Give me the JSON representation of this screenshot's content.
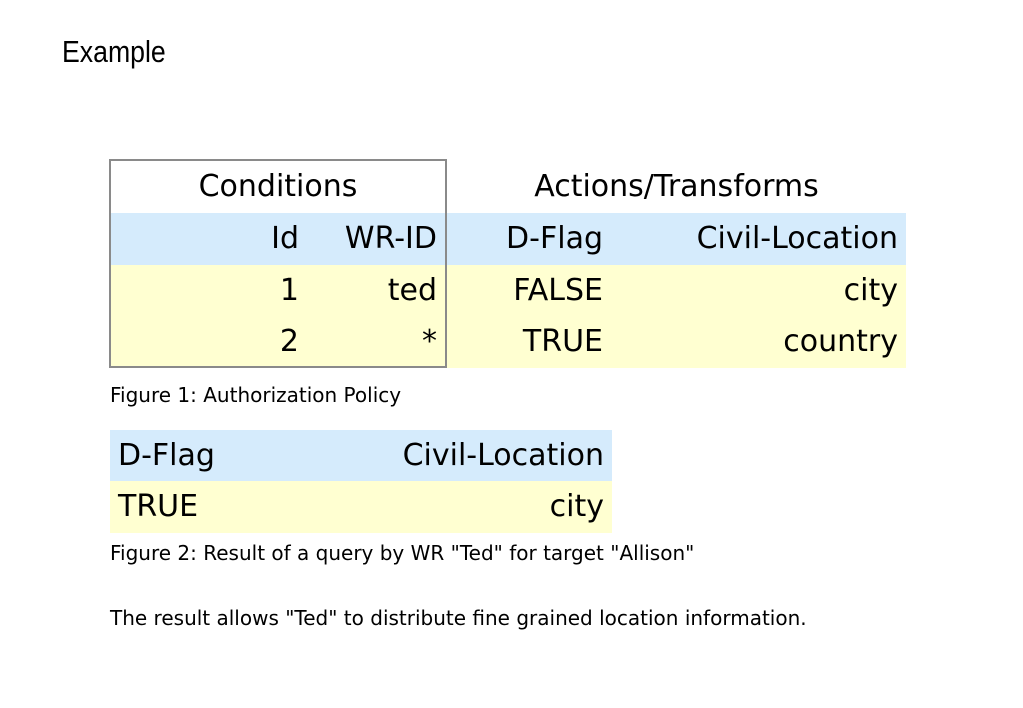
{
  "slide": {
    "title": "Example"
  },
  "policy_table": {
    "conditions_header": "Conditions",
    "actions_header": "Actions/Transforms",
    "columns": [
      "Id",
      "WR-ID",
      "D-Flag",
      "Civil-Location"
    ],
    "rows": [
      [
        "1",
        "ted",
        "FALSE",
        "city"
      ],
      [
        "2",
        "*",
        "TRUE",
        "country"
      ]
    ],
    "caption": "Figure 1: Authorization Policy"
  },
  "result_table": {
    "columns": [
      "D-Flag",
      "Civil-Location"
    ],
    "rows": [
      [
        "TRUE",
        "city"
      ]
    ],
    "caption": "Figure 2: Result of a query by WR \"Ted\" for target \"Allison\""
  },
  "conclusion": "The result allows \"Ted\" to distribute fine grained location information.",
  "colors": {
    "header_row": "#d5ebfc",
    "data_row": "#ffffd1",
    "border": "#8a8a8a"
  }
}
